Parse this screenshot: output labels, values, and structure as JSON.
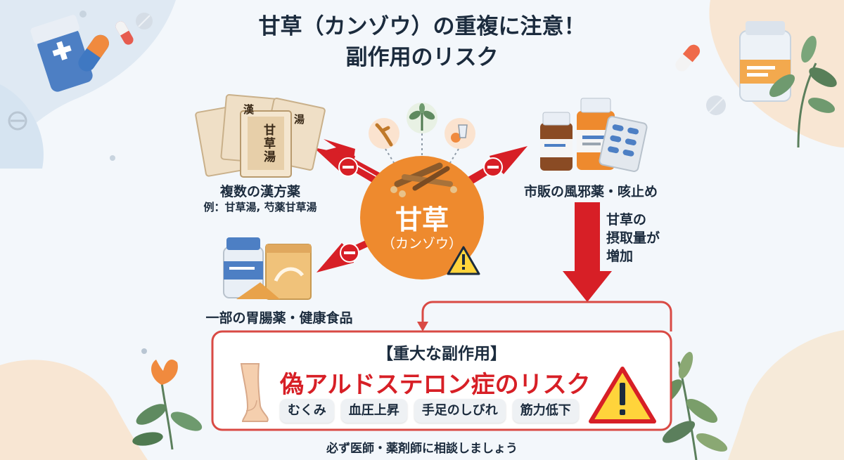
{
  "title_line1": "甘草（カンゾウ）の重複に注意！",
  "title_line2": "副作用のリスク",
  "center": {
    "main": "甘草",
    "sub": "（カンゾウ）"
  },
  "sources": {
    "kampo": {
      "label": "複数の漢方薬",
      "example": "例：甘草湯, 芍薬甘草湯",
      "packet_text": "甘草湯",
      "packet_back1": "漢",
      "packet_back2": "湯"
    },
    "otc": {
      "label": "市販の風邪薬・咳止め"
    },
    "stomach": {
      "label": "一部の胃腸薬・健康食品"
    }
  },
  "intake_note": [
    "甘草の",
    "摂取量が",
    "増加"
  ],
  "effect_box": {
    "heading": "【重大な副作用】",
    "risk": "偽アルドステロン症のリスク",
    "symptoms": [
      "むくみ",
      "血圧上昇",
      "手足のしびれ",
      "筋力低下"
    ]
  },
  "footer": "必ず医師・薬剤師に相談しましょう",
  "colors": {
    "arrow_red": "#d71f26",
    "center_orange": "#ee8a2e",
    "box_border": "#d94a44"
  }
}
